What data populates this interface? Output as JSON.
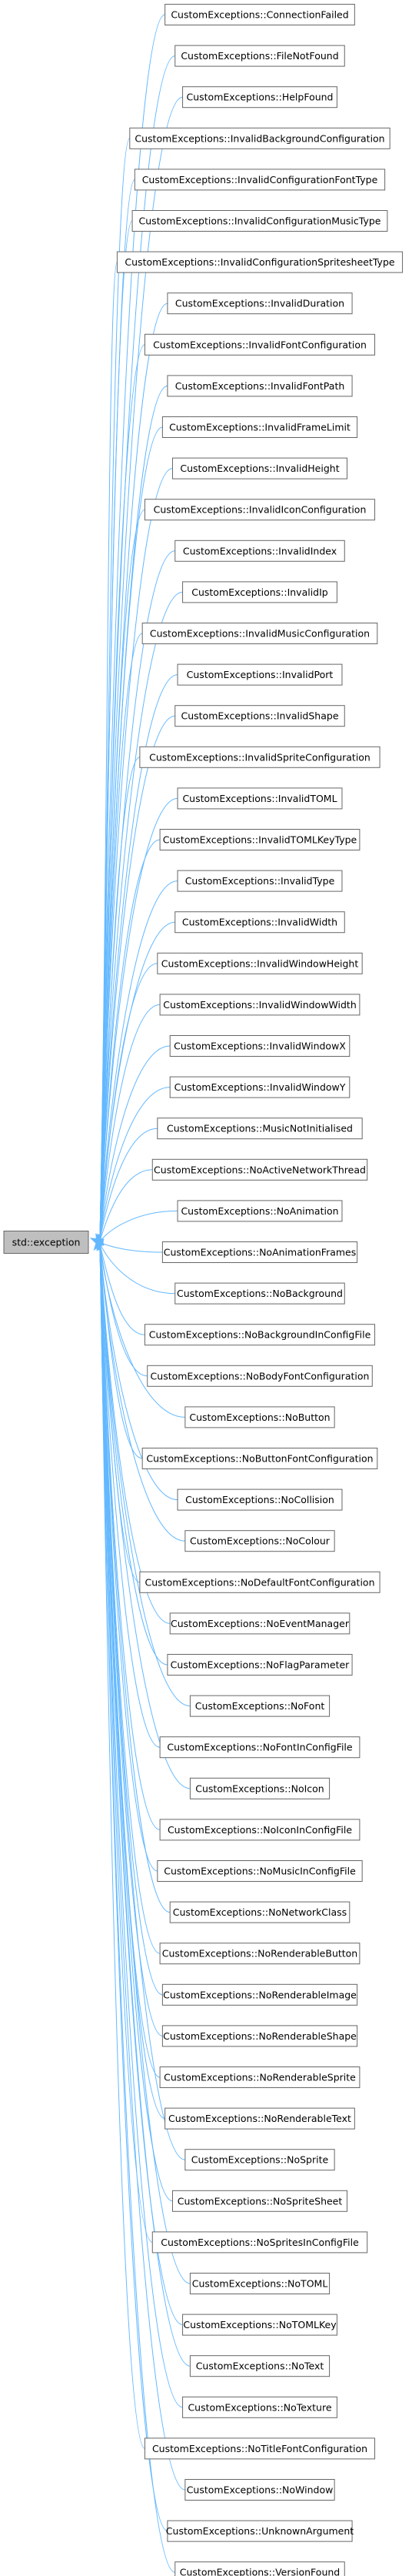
{
  "diagram": {
    "type": "inheritance",
    "base": "std::exception",
    "derived": [
      "CustomExceptions::ConnectionFailed",
      "CustomExceptions::FileNotFound",
      "CustomExceptions::HelpFound",
      "CustomExceptions::InvalidBackgroundConfiguration",
      "CustomExceptions::InvalidConfigurationFontType",
      "CustomExceptions::InvalidConfigurationMusicType",
      "CustomExceptions::InvalidConfigurationSpritesheetType",
      "CustomExceptions::InvalidDuration",
      "CustomExceptions::InvalidFontConfiguration",
      "CustomExceptions::InvalidFontPath",
      "CustomExceptions::InvalidFrameLimit",
      "CustomExceptions::InvalidHeight",
      "CustomExceptions::InvalidIconConfiguration",
      "CustomExceptions::InvalidIndex",
      "CustomExceptions::InvalidIp",
      "CustomExceptions::InvalidMusicConfiguration",
      "CustomExceptions::InvalidPort",
      "CustomExceptions::InvalidShape",
      "CustomExceptions::InvalidSpriteConfiguration",
      "CustomExceptions::InvalidTOML",
      "CustomExceptions::InvalidTOMLKeyType",
      "CustomExceptions::InvalidType",
      "CustomExceptions::InvalidWidth",
      "CustomExceptions::InvalidWindowHeight",
      "CustomExceptions::InvalidWindowWidth",
      "CustomExceptions::InvalidWindowX",
      "CustomExceptions::InvalidWindowY",
      "CustomExceptions::MusicNotInitialised",
      "CustomExceptions::NoActiveNetworkThread",
      "CustomExceptions::NoAnimation",
      "CustomExceptions::NoAnimationFrames",
      "CustomExceptions::NoBackground",
      "CustomExceptions::NoBackgroundInConfigFile",
      "CustomExceptions::NoBodyFontConfiguration",
      "CustomExceptions::NoButton",
      "CustomExceptions::NoButtonFontConfiguration",
      "CustomExceptions::NoCollision",
      "CustomExceptions::NoColour",
      "CustomExceptions::NoDefaultFontConfiguration",
      "CustomExceptions::NoEventManager",
      "CustomExceptions::NoFlagParameter",
      "CustomExceptions::NoFont",
      "CustomExceptions::NoFontInConfigFile",
      "CustomExceptions::NoIcon",
      "CustomExceptions::NoIconInConfigFile",
      "CustomExceptions::NoMusicInConfigFile",
      "CustomExceptions::NoNetworkClass",
      "CustomExceptions::NoRenderableButton",
      "CustomExceptions::NoRenderableImage",
      "CustomExceptions::NoRenderableShape",
      "CustomExceptions::NoRenderableSprite",
      "CustomExceptions::NoRenderableText",
      "CustomExceptions::NoSprite",
      "CustomExceptions::NoSpriteSheet",
      "CustomExceptions::NoSpritesInConfigFile",
      "CustomExceptions::NoTOML",
      "CustomExceptions::NoTOMLKey",
      "CustomExceptions::NoText",
      "CustomExceptions::NoTexture",
      "CustomExceptions::NoTitleFontConfiguration",
      "CustomExceptions::NoWindow",
      "CustomExceptions::UnknownArgument",
      "CustomExceptions::VersionFound"
    ],
    "colors": {
      "edge": "#63b8ff",
      "node_border": "#666666",
      "root_fill": "#bfbfbf",
      "node_fill": "#ffffff"
    }
  }
}
